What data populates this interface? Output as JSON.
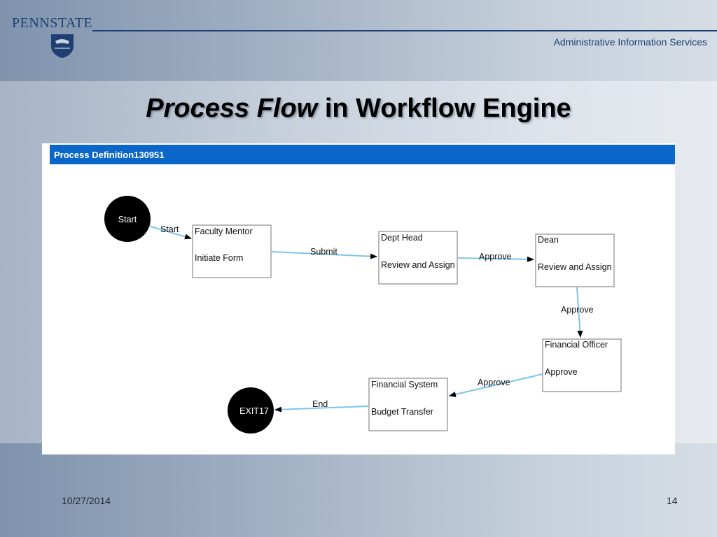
{
  "header": {
    "logo_text": "PENNSTATE",
    "org_name": "Administrative Information Services"
  },
  "title": {
    "italic_part": "Process Flow",
    "rest": " in Workflow Engine"
  },
  "panel": {
    "title": "Process Definition130951"
  },
  "nodes": {
    "start": {
      "label": "Start"
    },
    "faculty": {
      "title": "Faculty Mentor",
      "action": "Initiate Form"
    },
    "dept": {
      "title": "Dept Head",
      "action": "Review and Assign"
    },
    "dean": {
      "title": "Dean",
      "action": "Review and Assign"
    },
    "financial_officer": {
      "title": "Financial Officer",
      "action": "Approve"
    },
    "financial_system": {
      "title": "Financial System",
      "action": "Budget Transfer"
    },
    "exit": {
      "label": "EXIT17"
    }
  },
  "edges": {
    "start": "Start",
    "submit": "Submit",
    "approve1": "Approve",
    "approve2": "Approve",
    "approve3": "Approve",
    "end": "End"
  },
  "colors": {
    "edge": "#7ec4ea",
    "panel_header": "#0a66c8",
    "brand": "#1f3f73"
  },
  "footer": {
    "date": "10/27/2014",
    "page": "14"
  }
}
